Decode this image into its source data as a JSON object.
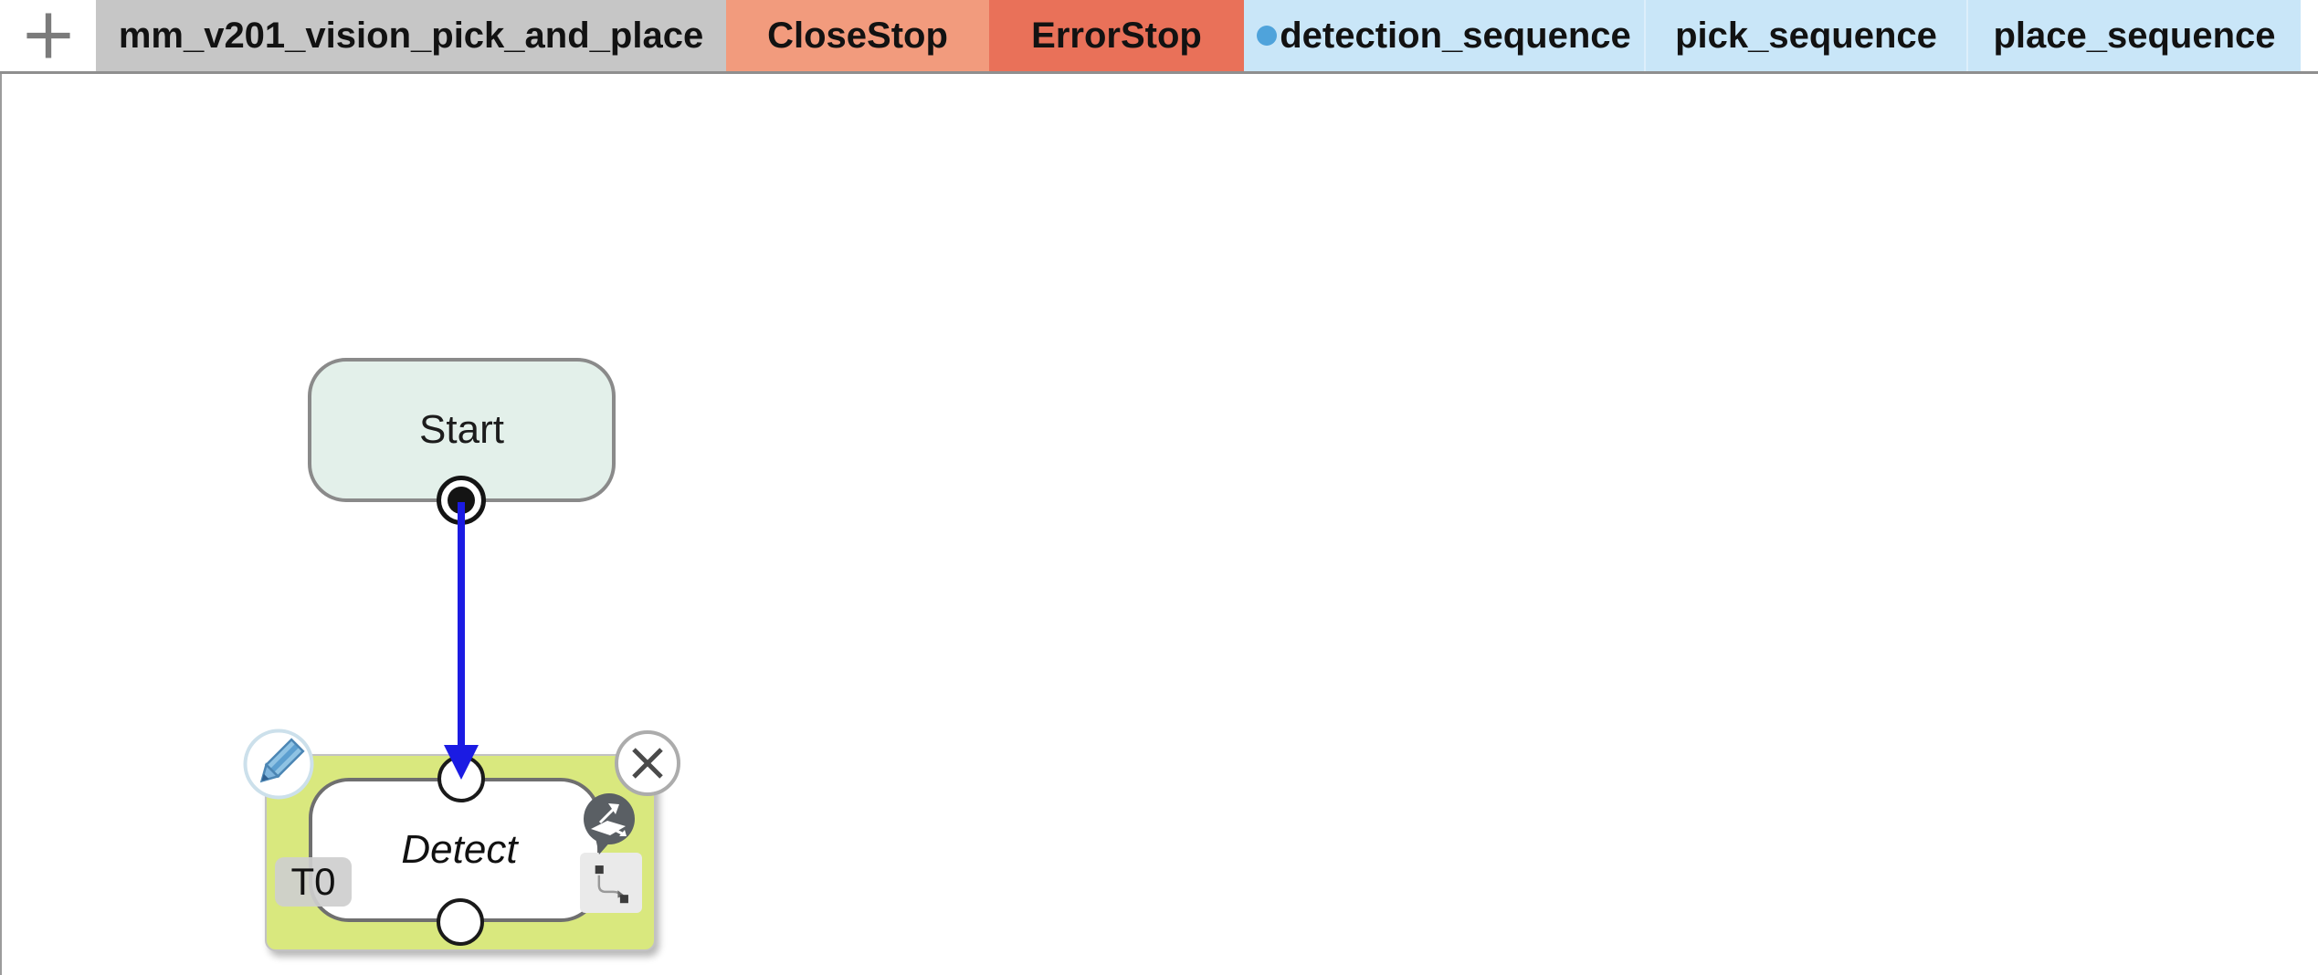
{
  "tab_bar": {
    "new_tab_button_label": "+",
    "tabs": [
      {
        "label": "mm_v201_vision_pick_and_place",
        "state": "active",
        "bg": "#C6C6C6"
      },
      {
        "label": "CloseStop",
        "state": "normal",
        "bg": "#F29B7D"
      },
      {
        "label": "ErrorStop",
        "state": "normal",
        "bg": "#E97159"
      },
      {
        "label": "detection_sequence",
        "state": "running",
        "bg": "#C9E6F8",
        "has_running_dot": true
      },
      {
        "label": "pick_sequence",
        "state": "normal",
        "bg": "#C9E6F8"
      },
      {
        "label": "place_sequence",
        "state": "normal",
        "bg": "#C9E6F8"
      }
    ]
  },
  "canvas": {
    "start_node": {
      "label": "Start",
      "fill": "#E3F0EA"
    },
    "connection": {
      "from": "Start",
      "to": "Detect",
      "color": "#1B1BE3",
      "direction": "down"
    },
    "detect_node": {
      "label": "Detect",
      "task_badge": "T0",
      "selected": true,
      "selection_color": "#D9E87E"
    },
    "icons": {
      "plus": "+",
      "edit": "pencil",
      "close": "x",
      "vision_badge": "vision-move-bubble",
      "trajectory": "waypoint-path"
    }
  },
  "colors": {
    "active_tab_bg": "#C6C6C6",
    "closestop_tab_bg": "#F29B7D",
    "errorstop_tab_bg": "#E97159",
    "sequence_tab_bg": "#C9E6F8",
    "running_dot": "#4FA3DB",
    "start_node_fill": "#E3F0EA",
    "selection_highlight": "#D9E87E",
    "connection_blue": "#1B1BE3"
  }
}
